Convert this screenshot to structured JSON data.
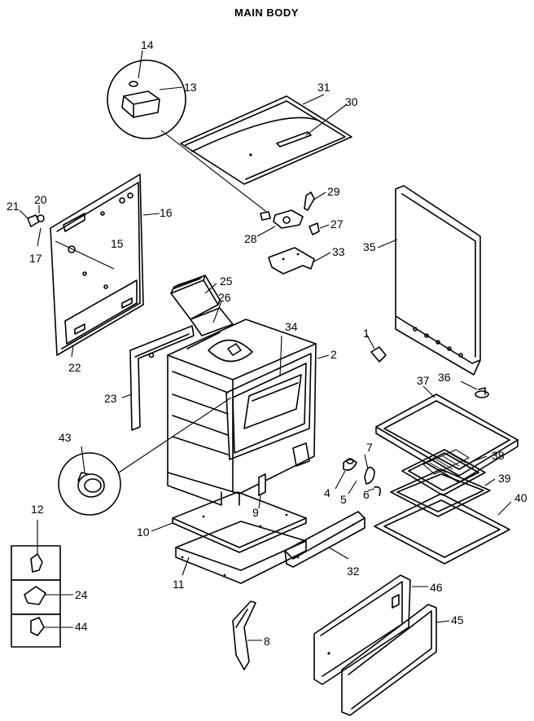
{
  "title": "MAIN BODY",
  "labels": {
    "p1": "1",
    "p2": "2",
    "p4": "4",
    "p5": "5",
    "p6": "6",
    "p7": "7",
    "p8": "8",
    "p9": "9",
    "p10": "10",
    "p11": "11",
    "p12": "12",
    "p13": "13",
    "p14": "14",
    "p15": "15",
    "p16": "16",
    "p17": "17",
    "p20": "20",
    "p21": "21",
    "p22": "22",
    "p23": "23",
    "p24": "24",
    "p25": "25",
    "p26": "26",
    "p27": "27",
    "p28": "28",
    "p29": "29",
    "p30": "30",
    "p31": "31",
    "p32": "32",
    "p33": "33",
    "p34": "34",
    "p35": "35",
    "p36": "36",
    "p37": "37",
    "p38": "38",
    "p39": "39",
    "p40": "40",
    "p43": "43",
    "p44": "44",
    "p45": "45",
    "p46": "46"
  }
}
